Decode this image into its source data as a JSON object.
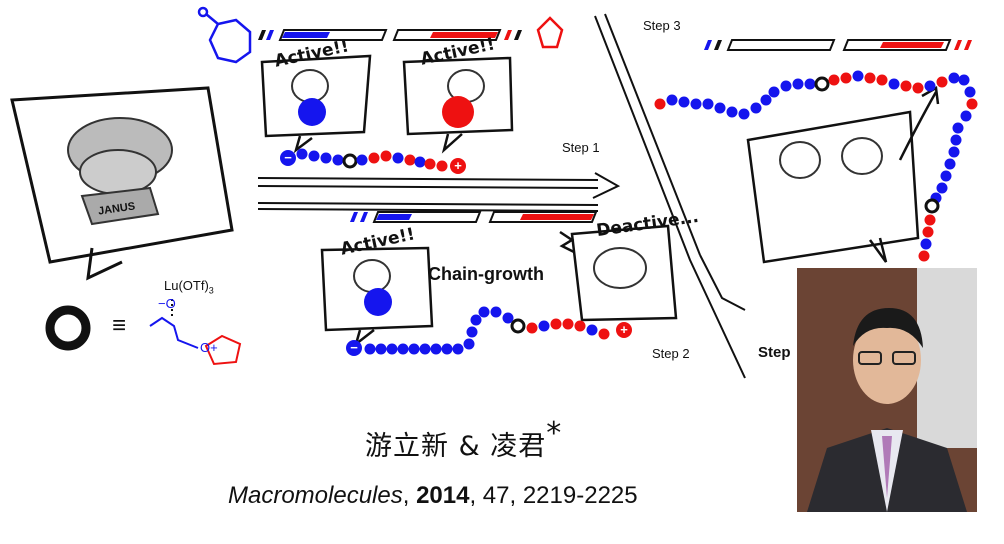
{
  "steps": {
    "step1": "Step 1",
    "step2": "Step 2",
    "step3": "Step 3",
    "step_partial": "Step"
  },
  "bubbles": {
    "active_1": "Active!!",
    "active_2": "Active!!",
    "active_3": "Active!!",
    "deactive": "Deactive...",
    "chain_growth": "Chain-growth",
    "janus": "JANUS"
  },
  "catalyst": {
    "lewis_acid": "Lu(OTf)",
    "sub": "3",
    "equiv": "≡",
    "o_minus": "−O",
    "o_plus": "O+"
  },
  "authors": {
    "names": "游立新 & 凌君",
    "star": "*"
  },
  "citation": {
    "journal": "Macromolecules",
    "sep1": ", ",
    "year": "2014",
    "rest": ", 47, 2219-2225"
  },
  "colors": {
    "blue": "#1515ee",
    "red": "#ee1111",
    "black": "#111111"
  },
  "icons": [
    "lactone-ring-icon",
    "thf-ring-icon",
    "janus-bust-icon",
    "portrait-photo"
  ]
}
